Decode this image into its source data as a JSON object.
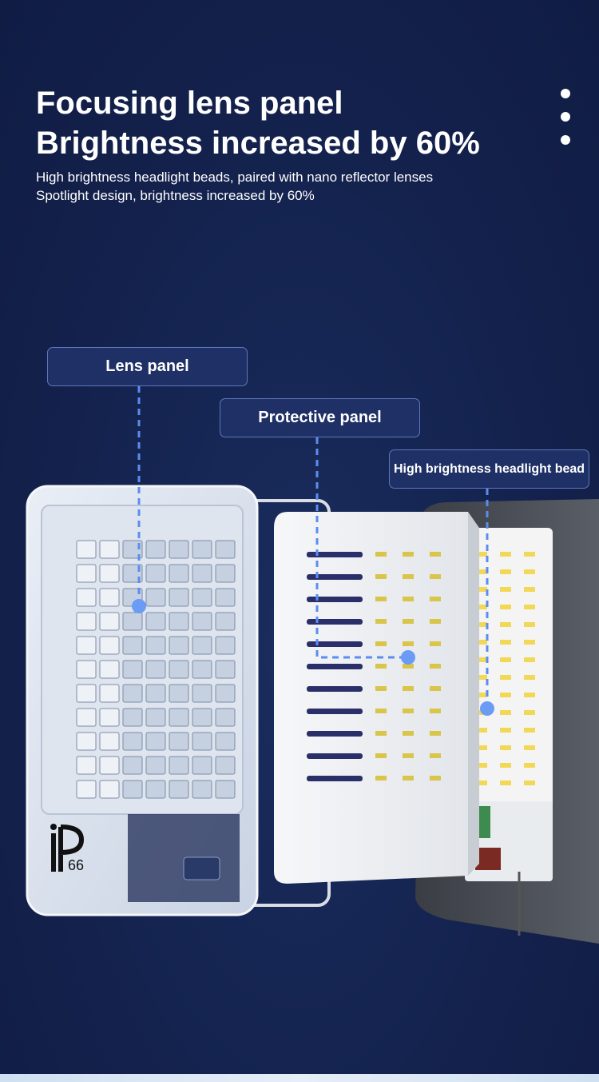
{
  "header": {
    "title_line1": "Focusing lens panel",
    "title_line2": "Brightness increased by 60%",
    "desc_line1": "High brightness headlight beads, paired with nano reflector lenses",
    "desc_line2": "Spotlight design, brightness increased by 60%"
  },
  "callouts": {
    "lens": "Lens panel",
    "protective": "Protective panel",
    "bead": "High brightness headlight bead"
  },
  "badge": {
    "ip_number": "66"
  },
  "colors": {
    "background": "#14234f",
    "callout_fill": "#1e3066",
    "leader_line": "#5b8df0"
  }
}
